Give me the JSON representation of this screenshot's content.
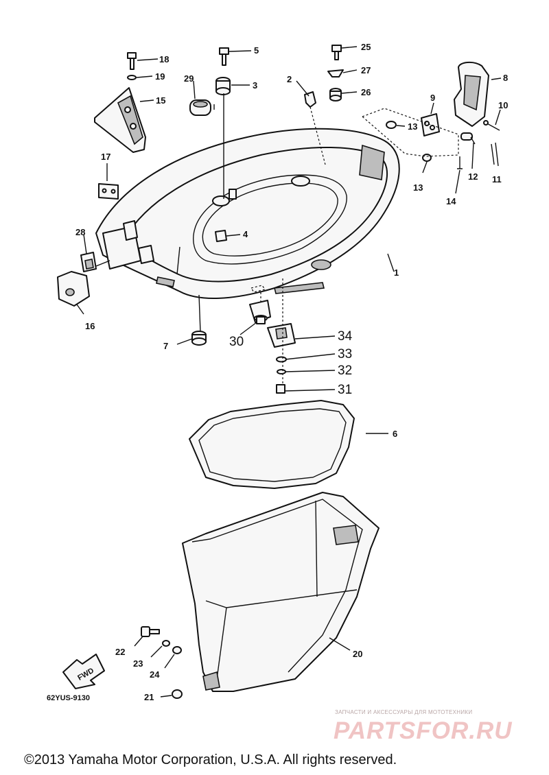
{
  "callouts": [
    "1",
    "2",
    "3",
    "4",
    "5",
    "6",
    "7",
    "8",
    "9",
    "10",
    "11",
    "12",
    "13",
    "13",
    "14",
    "15",
    "16",
    "17",
    "18",
    "19",
    "20",
    "21",
    "22",
    "23",
    "24",
    "25",
    "26",
    "27",
    "28",
    "29",
    "30",
    "31",
    "32",
    "33",
    "34"
  ],
  "fwd_label": "FWD",
  "diagram_code": "62YUS-9130",
  "watermark": {
    "caption": "ЗАПЧАСТИ И АКСЕССУАРЫ ДЛЯ МОТОТЕХНИКИ",
    "logo_text": "PARTSFOR.RU"
  },
  "copyright": "©2013 Yamaha Motor Corporation, U.S.A. All rights reserved."
}
